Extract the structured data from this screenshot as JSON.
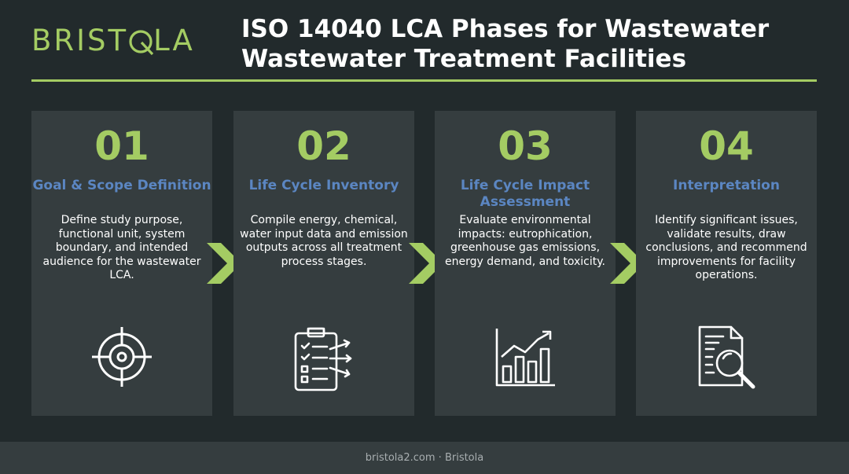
{
  "brand": {
    "logo_left": "BRIST",
    "logo_right": "LA",
    "accent_color": "#a4cc63",
    "title_color": "#5b86c2"
  },
  "header": {
    "title_line1": "ISO 14040 LCA Phases for Wastewater",
    "title_line2": "Wastewater Treatment Facilities"
  },
  "phases": [
    {
      "number": "01",
      "title": "Goal & Scope Definition",
      "description": "Define study purpose, functional unit, system boundary, and intended audience for the wastewater LCA.",
      "icon": "target-icon"
    },
    {
      "number": "02",
      "title": "Life Cycle Inventory",
      "description": "Compile energy, chemical, water input data and emission outputs across all treatment process stages.",
      "icon": "clipboard-checklist-icon"
    },
    {
      "number": "03",
      "title": "Life Cycle Impact Assessment",
      "description": "Evaluate environmental impacts: eutrophication, greenhouse gas emissions, energy demand, and toxicity.",
      "icon": "bar-chart-trend-icon"
    },
    {
      "number": "04",
      "title": "Interpretation",
      "description": "Identify significant issues, validate results, draw conclusions, and recommend improvements for facility operations.",
      "icon": "document-magnifier-icon"
    }
  ],
  "footer": {
    "text": "bristola2.com · Bristola"
  }
}
